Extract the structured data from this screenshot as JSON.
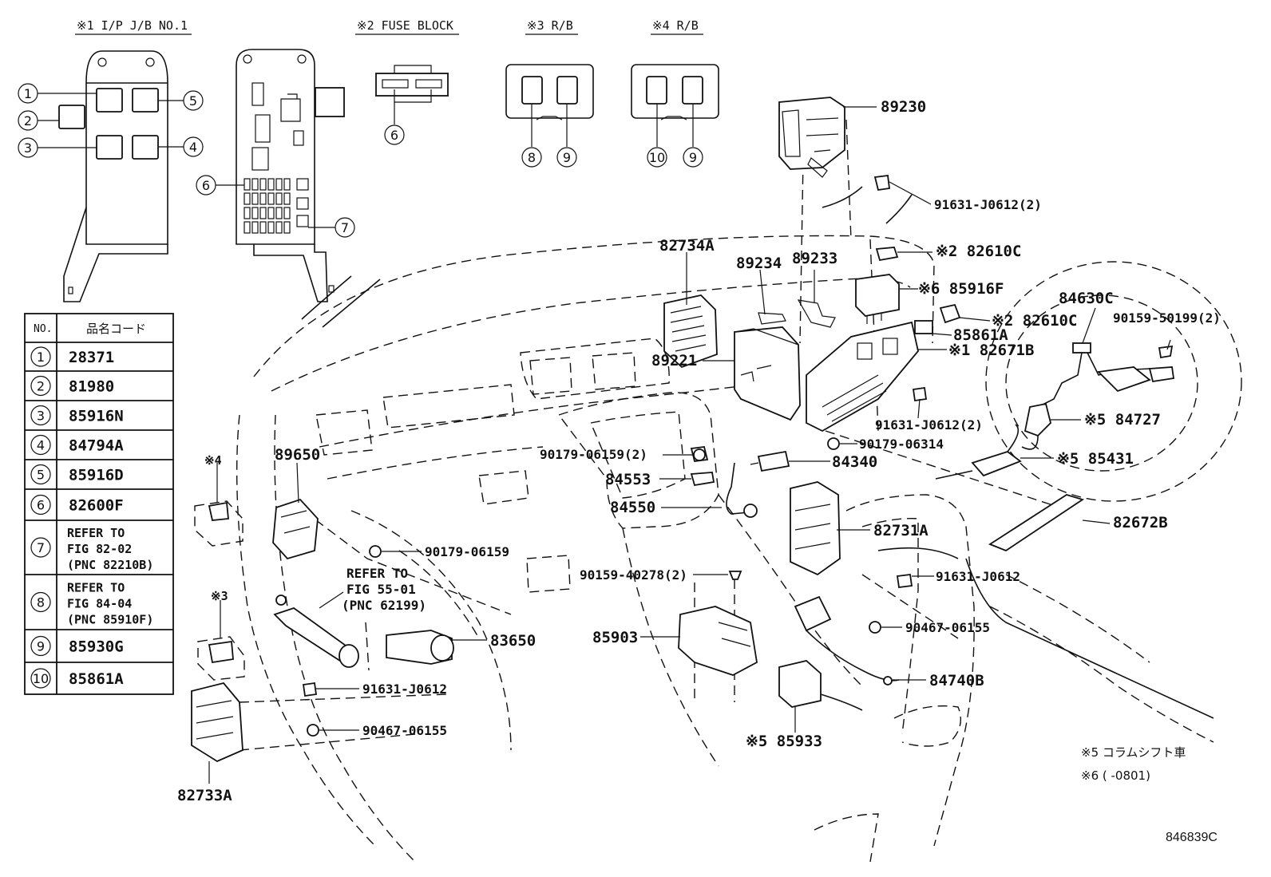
{
  "box_titles": [
    "※1 I/P J/B NO.1",
    "※2 FUSE BLOCK",
    "※3 R/B",
    "※4 R/B"
  ],
  "table": {
    "headers": [
      "NO.",
      "品名コード"
    ],
    "rows": [
      {
        "no": "1",
        "code": [
          "28371"
        ]
      },
      {
        "no": "2",
        "code": [
          "81980"
        ]
      },
      {
        "no": "3",
        "code": [
          "85916N"
        ]
      },
      {
        "no": "4",
        "code": [
          "84794A"
        ]
      },
      {
        "no": "5",
        "code": [
          "85916D"
        ]
      },
      {
        "no": "6",
        "code": [
          "82600F"
        ]
      },
      {
        "no": "7",
        "code": [
          "REFER TO",
          "FIG 82-02",
          "(PNC 82210B)"
        ]
      },
      {
        "no": "8",
        "code": [
          "REFER TO",
          "FIG 84-04",
          "(PNC 85910F)"
        ]
      },
      {
        "no": "9",
        "code": [
          "85930G"
        ]
      },
      {
        "no": "10",
        "code": [
          "85861A"
        ]
      }
    ]
  },
  "callout_numbers": [
    "1",
    "2",
    "3",
    "4",
    "5",
    "6",
    "7",
    "6",
    "8",
    "9",
    "10",
    "9"
  ],
  "part_labels": [
    "89230",
    "91631-J0612(2)",
    "※2 82610C",
    "82734A",
    "89234",
    "89233",
    "※6 85916F",
    "84630C",
    "※2 82610C",
    "90159-50199(2)",
    "85861A",
    "※1 82671B",
    "89221",
    "91631-J0612(2)",
    "90179-06314",
    "※5 84727",
    "90179-06159(2)",
    "84340",
    "※5 85431",
    "84553",
    "84550",
    "82672B",
    "89650",
    "82731A",
    "90179-06159",
    "91631-J0612",
    "90159-40278(2)",
    "REFER TO",
    "FIG 55-01",
    "(PNC 62199)",
    "83650",
    "85903",
    "90467-06155",
    "84740B",
    "91631-J0612",
    "90467-06155",
    "※5 85933",
    "82733A",
    "※4",
    "※3"
  ],
  "notes": [
    "※5  コラムシフト車",
    "※6 (      -0801)"
  ],
  "figure_code": "846839C"
}
